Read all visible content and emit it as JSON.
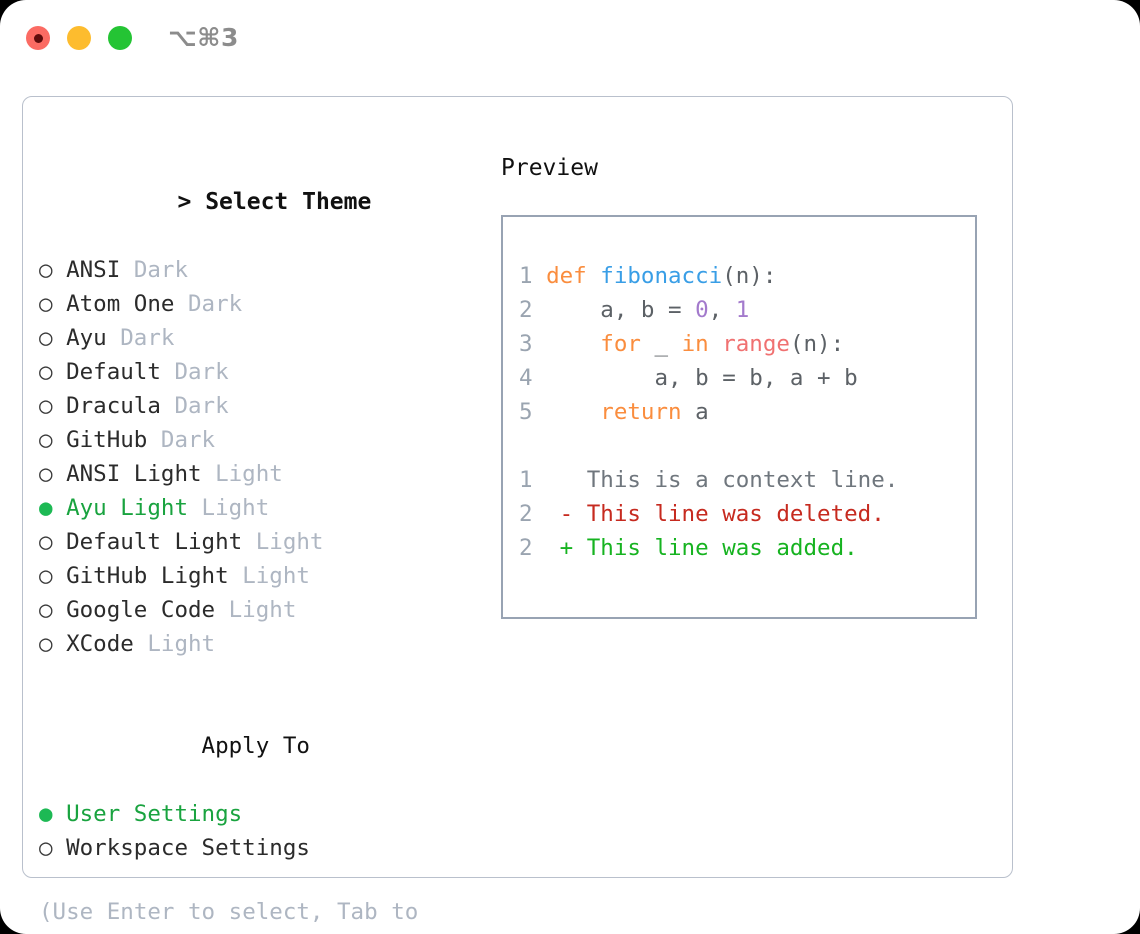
{
  "window": {
    "shortcut_label": "⌥⌘3",
    "traffic_lights": [
      "close-red",
      "minimize-yellow",
      "maximize-green"
    ]
  },
  "colors": {
    "accent_green": "#19A33F",
    "muted": "#aeb6c2",
    "card_border": "#b9c0cc",
    "preview_border": "#98a3b3",
    "syntax_keyword": "#FA8D3E",
    "syntax_function": "#399EE6",
    "syntax_builtin": "#F07171",
    "syntax_number": "#A37ACC",
    "syntax_punct": "#5c6166",
    "diff_add": "#16B320",
    "diff_del": "#C62A1F"
  },
  "theme_panel": {
    "header_marker": ">",
    "header_label": "Select Theme",
    "items": [
      {
        "marker": "○",
        "name": "ANSI",
        "tag": "Dark",
        "selected": false
      },
      {
        "marker": "○",
        "name": "Atom One",
        "tag": "Dark",
        "selected": false
      },
      {
        "marker": "○",
        "name": "Ayu",
        "tag": "Dark",
        "selected": false
      },
      {
        "marker": "○",
        "name": "Default",
        "tag": "Dark",
        "selected": false
      },
      {
        "marker": "○",
        "name": "Dracula",
        "tag": "Dark",
        "selected": false
      },
      {
        "marker": "○",
        "name": "GitHub",
        "tag": "Dark",
        "selected": false
      },
      {
        "marker": "○",
        "name": "ANSI Light",
        "tag": "Light",
        "selected": false
      },
      {
        "marker": "●",
        "name": "Ayu Light",
        "tag": "Light",
        "selected": true
      },
      {
        "marker": "○",
        "name": "Default Light",
        "tag": "Light",
        "selected": false
      },
      {
        "marker": "○",
        "name": "GitHub Light",
        "tag": "Light",
        "selected": false
      },
      {
        "marker": "○",
        "name": "Google Code",
        "tag": "Light",
        "selected": false
      },
      {
        "marker": "○",
        "name": "XCode",
        "tag": "Light",
        "selected": false
      }
    ]
  },
  "apply_to": {
    "header_label": "Apply To",
    "items": [
      {
        "marker": "●",
        "name": "User Settings",
        "selected": true
      },
      {
        "marker": "○",
        "name": "Workspace Settings",
        "selected": false
      }
    ]
  },
  "hint": "(Use Enter to select, Tab to change focus)",
  "preview": {
    "title": "Preview",
    "code_lines": [
      {
        "num": "1",
        "tokens": [
          {
            "t": "def",
            "c": "kw"
          },
          {
            "t": " ",
            "c": "punc"
          },
          {
            "t": "fibonacci",
            "c": "fn"
          },
          {
            "t": "(n):",
            "c": "punc"
          }
        ]
      },
      {
        "num": "2",
        "tokens": [
          {
            "t": "    a, b = ",
            "c": "ident"
          },
          {
            "t": "0",
            "c": "num"
          },
          {
            "t": ", ",
            "c": "punc"
          },
          {
            "t": "1",
            "c": "num"
          }
        ]
      },
      {
        "num": "3",
        "tokens": [
          {
            "t": "    ",
            "c": "punc"
          },
          {
            "t": "for",
            "c": "kw"
          },
          {
            "t": " _ ",
            "c": "ident"
          },
          {
            "t": "in",
            "c": "kw"
          },
          {
            "t": " ",
            "c": "punc"
          },
          {
            "t": "range",
            "c": "bi"
          },
          {
            "t": "(n):",
            "c": "punc"
          }
        ]
      },
      {
        "num": "4",
        "tokens": [
          {
            "t": "        a, b = b, a + b",
            "c": "ident"
          }
        ]
      },
      {
        "num": "5",
        "tokens": [
          {
            "t": "    ",
            "c": "punc"
          },
          {
            "t": "return",
            "c": "kw"
          },
          {
            "t": " a",
            "c": "ident"
          }
        ]
      }
    ],
    "diff_lines": [
      {
        "num": "1",
        "sign": " ",
        "text": "This is a context line.",
        "kind": "ctx"
      },
      {
        "num": "2",
        "sign": "-",
        "text": "This line was deleted.",
        "kind": "del"
      },
      {
        "num": "2",
        "sign": "+",
        "text": "This line was added.",
        "kind": "add"
      }
    ]
  }
}
